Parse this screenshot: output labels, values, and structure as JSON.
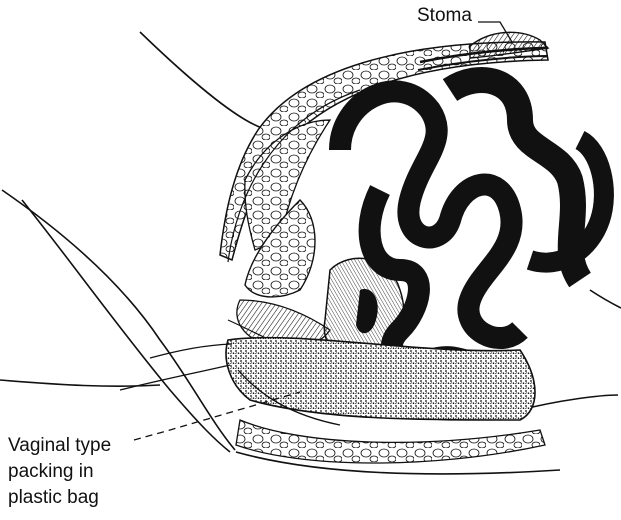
{
  "labels": {
    "stoma": "Stoma",
    "packing_lines": [
      "Vaginal type",
      "packing in",
      "plastic bag"
    ]
  },
  "colors": {
    "ink": "#111111",
    "background": "#ffffff"
  }
}
